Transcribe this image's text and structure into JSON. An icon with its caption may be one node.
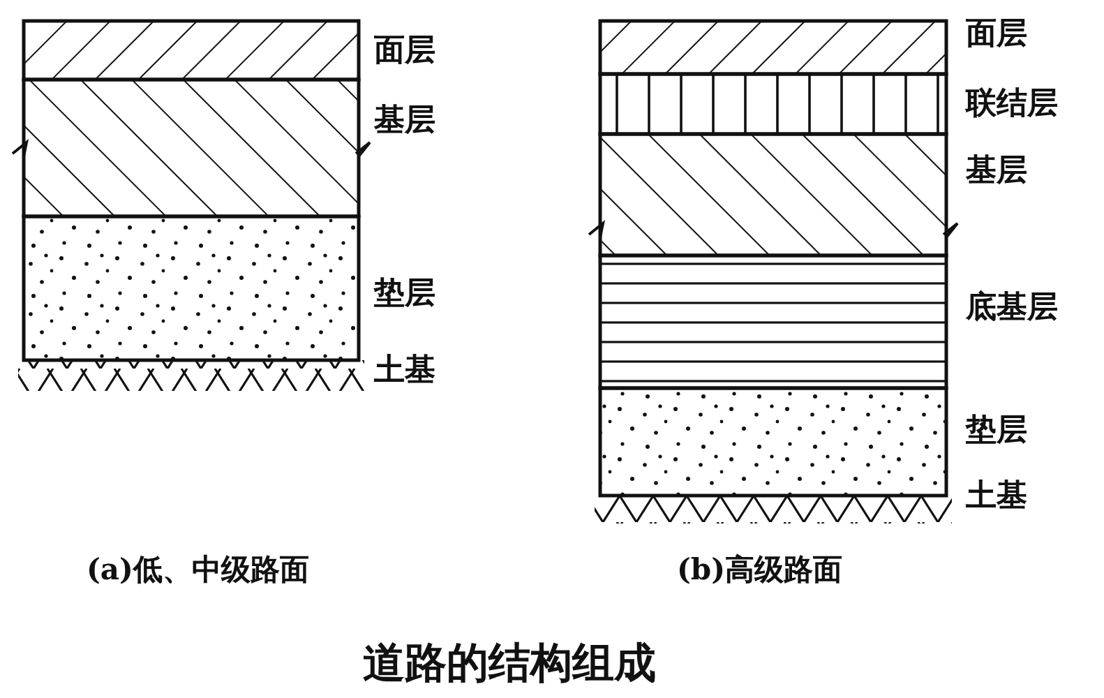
{
  "diagram": {
    "title": "道路的结构组成",
    "labels": [
      "面层",
      "基层",
      "垫层",
      "土基",
      "面层",
      "联结层",
      "基层",
      "底基层",
      "垫层",
      "土基",
      "(a)低、中级路面",
      "(b)高级路面"
    ]
  }
}
